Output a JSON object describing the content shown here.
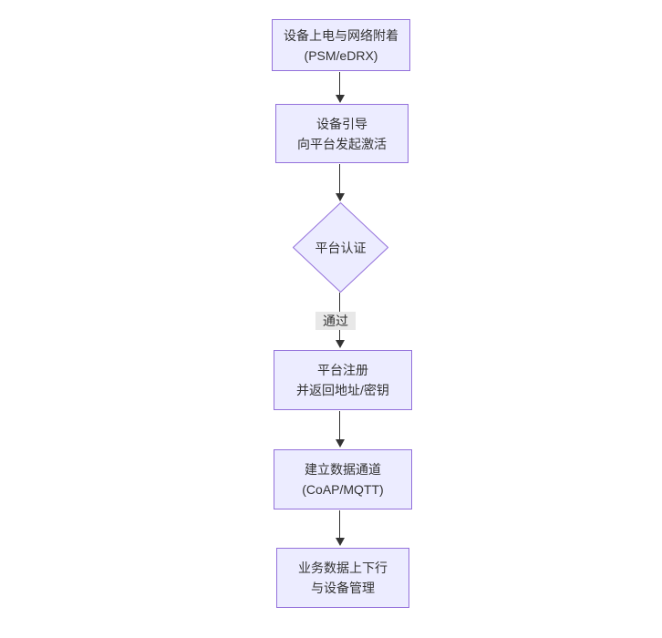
{
  "diagram": {
    "type": "flowchart-vertical",
    "nodes": [
      {
        "id": "A",
        "shape": "rect",
        "lines": [
          "设备上电与网络附着",
          "(PSM/eDRX)"
        ]
      },
      {
        "id": "B",
        "shape": "rect",
        "lines": [
          "设备引导",
          "向平台发起激活"
        ]
      },
      {
        "id": "C",
        "shape": "diamond",
        "lines": [
          "平台认证"
        ]
      },
      {
        "id": "D",
        "shape": "rect",
        "lines": [
          "平台注册",
          "并返回地址/密钥"
        ]
      },
      {
        "id": "E",
        "shape": "rect",
        "lines": [
          "建立数据通道",
          "(CoAP/MQTT)"
        ]
      },
      {
        "id": "F",
        "shape": "rect",
        "lines": [
          "业务数据上下行",
          "与设备管理"
        ]
      }
    ],
    "edges": [
      {
        "from": "A",
        "to": "B",
        "label": ""
      },
      {
        "from": "B",
        "to": "C",
        "label": ""
      },
      {
        "from": "C",
        "to": "D",
        "label": "通过"
      },
      {
        "from": "D",
        "to": "E",
        "label": ""
      },
      {
        "from": "E",
        "to": "F",
        "label": ""
      }
    ],
    "colors": {
      "node_fill": "#ECECFF",
      "node_border": "#9370DB",
      "edge": "#333333",
      "label_bg": "#e8e8e8",
      "text": "#333333",
      "background": "#ffffff"
    }
  }
}
